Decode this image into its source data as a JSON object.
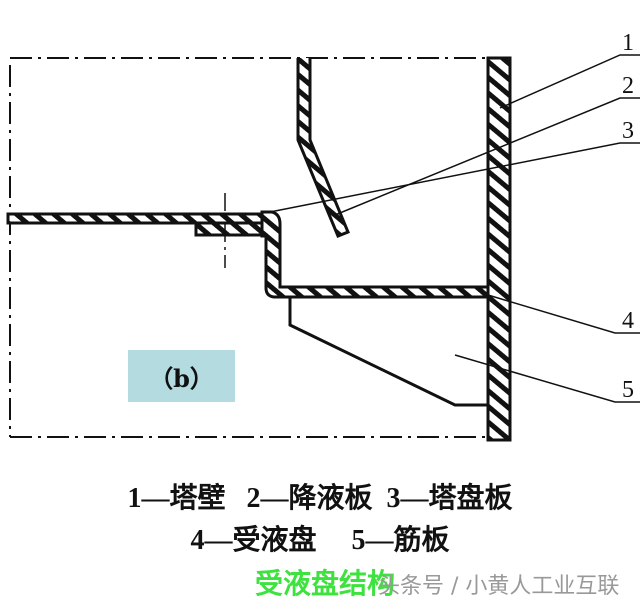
{
  "figure": {
    "view_label": "（b）",
    "callouts": [
      "1",
      "2",
      "3",
      "4",
      "5"
    ],
    "legend_line1": "1—塔壁   2—降液板  3—塔盘板",
    "legend_line2": "4—受液盘     5—筋板",
    "title": "受液盘结构",
    "watermark": "头条号 / 小黄人工业互联",
    "colors": {
      "title": "#3ee23e",
      "badge": "#b3dbe0",
      "line": "#111111"
    }
  }
}
